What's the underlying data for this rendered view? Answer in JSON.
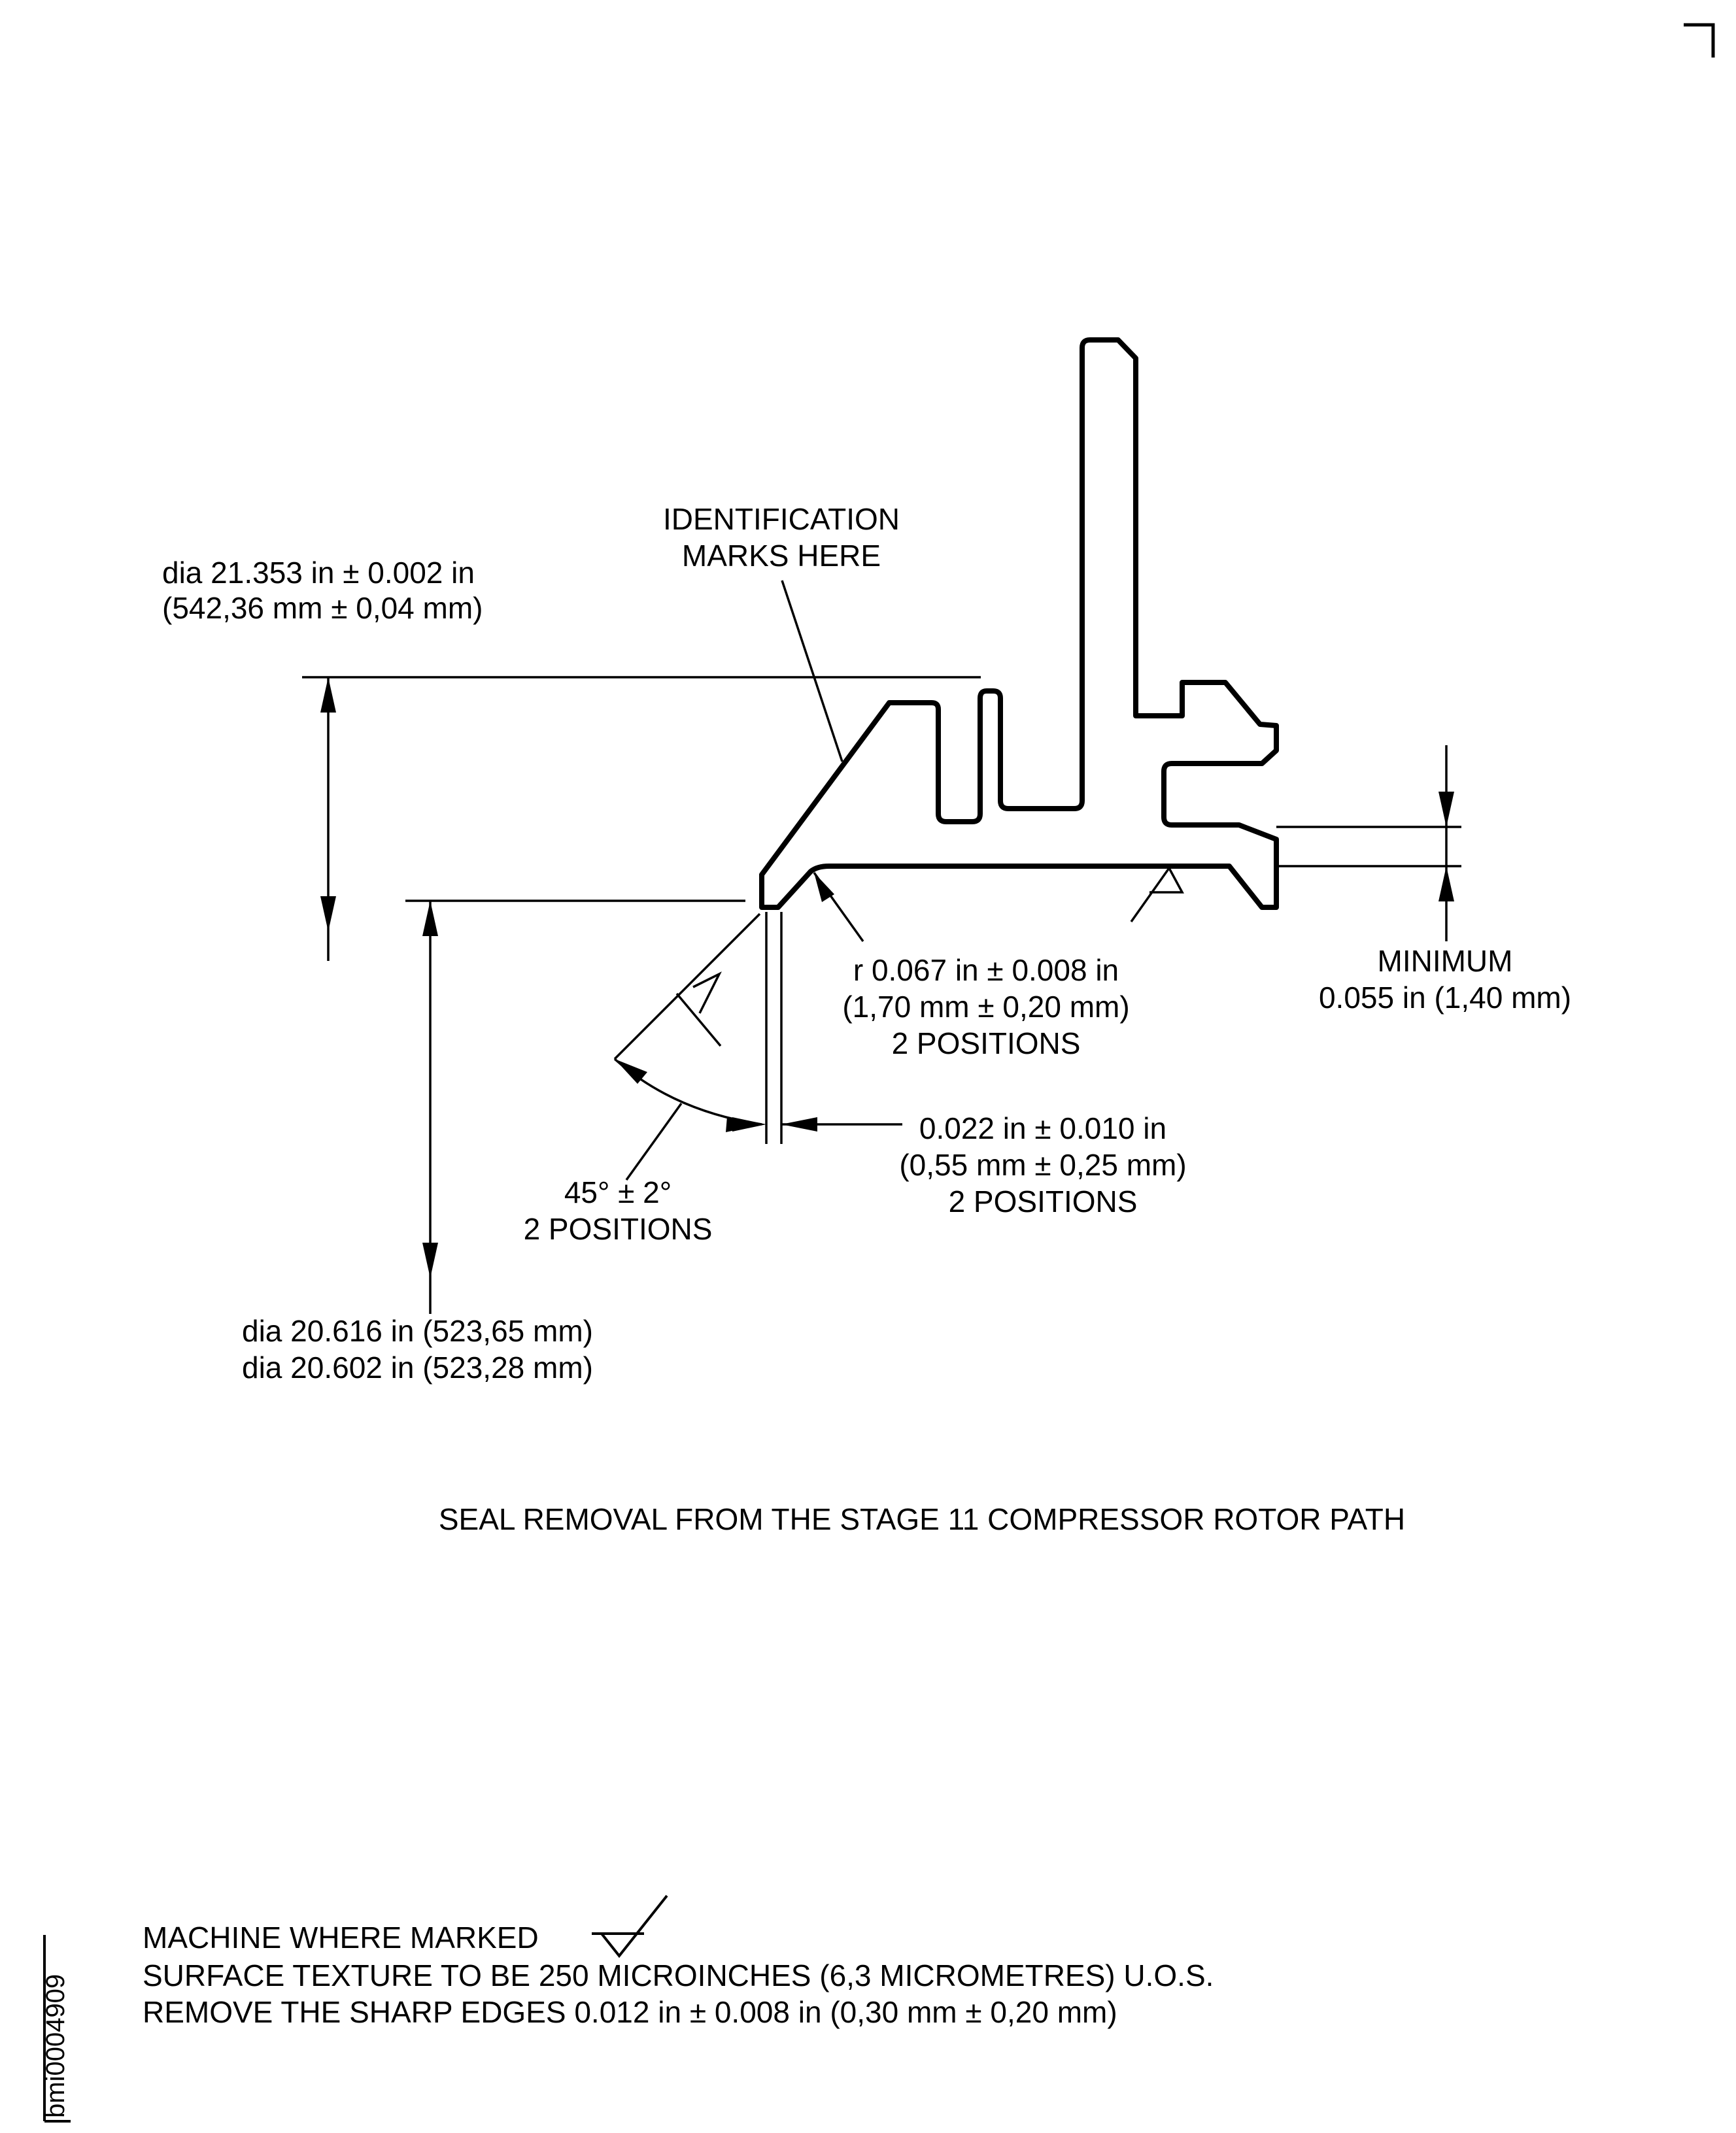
{
  "drawing_id": "bmi0004909",
  "caption": "SEAL REMOVAL FROM THE STAGE 11 COMPRESSOR ROTOR PATH",
  "callouts": {
    "id_marks": [
      "IDENTIFICATION",
      "MARKS HERE"
    ],
    "outer_dia": [
      "dia 21.353 in ± 0.002 in",
      "(542,36 mm ± 0,04 mm)"
    ],
    "radius": [
      "r 0.067 in ± 0.008 in",
      "(1,70 mm ± 0,20 mm)",
      "2 POSITIONS"
    ],
    "minimum": [
      "MINIMUM",
      "0.055 in (1,40 mm)"
    ],
    "chamfer_len": [
      "0.022 in ± 0.010 in",
      "(0,55 mm ± 0,25 mm)",
      "2 POSITIONS"
    ],
    "angle": [
      "45° ± 2°",
      "2 POSITIONS"
    ],
    "inner_dia": [
      "dia 20.616 in (523,65 mm)",
      "dia 20.602 in (523,28 mm)"
    ]
  },
  "notes": [
    "MACHINE WHERE MARKED",
    "SURFACE TEXTURE TO BE 250 MICROINCHES (6,3 MICROMETRES) U.O.S.",
    "REMOVE THE SHARP EDGES 0.012 in ± 0.008 in (0,30 mm ± 0,20 mm)"
  ]
}
